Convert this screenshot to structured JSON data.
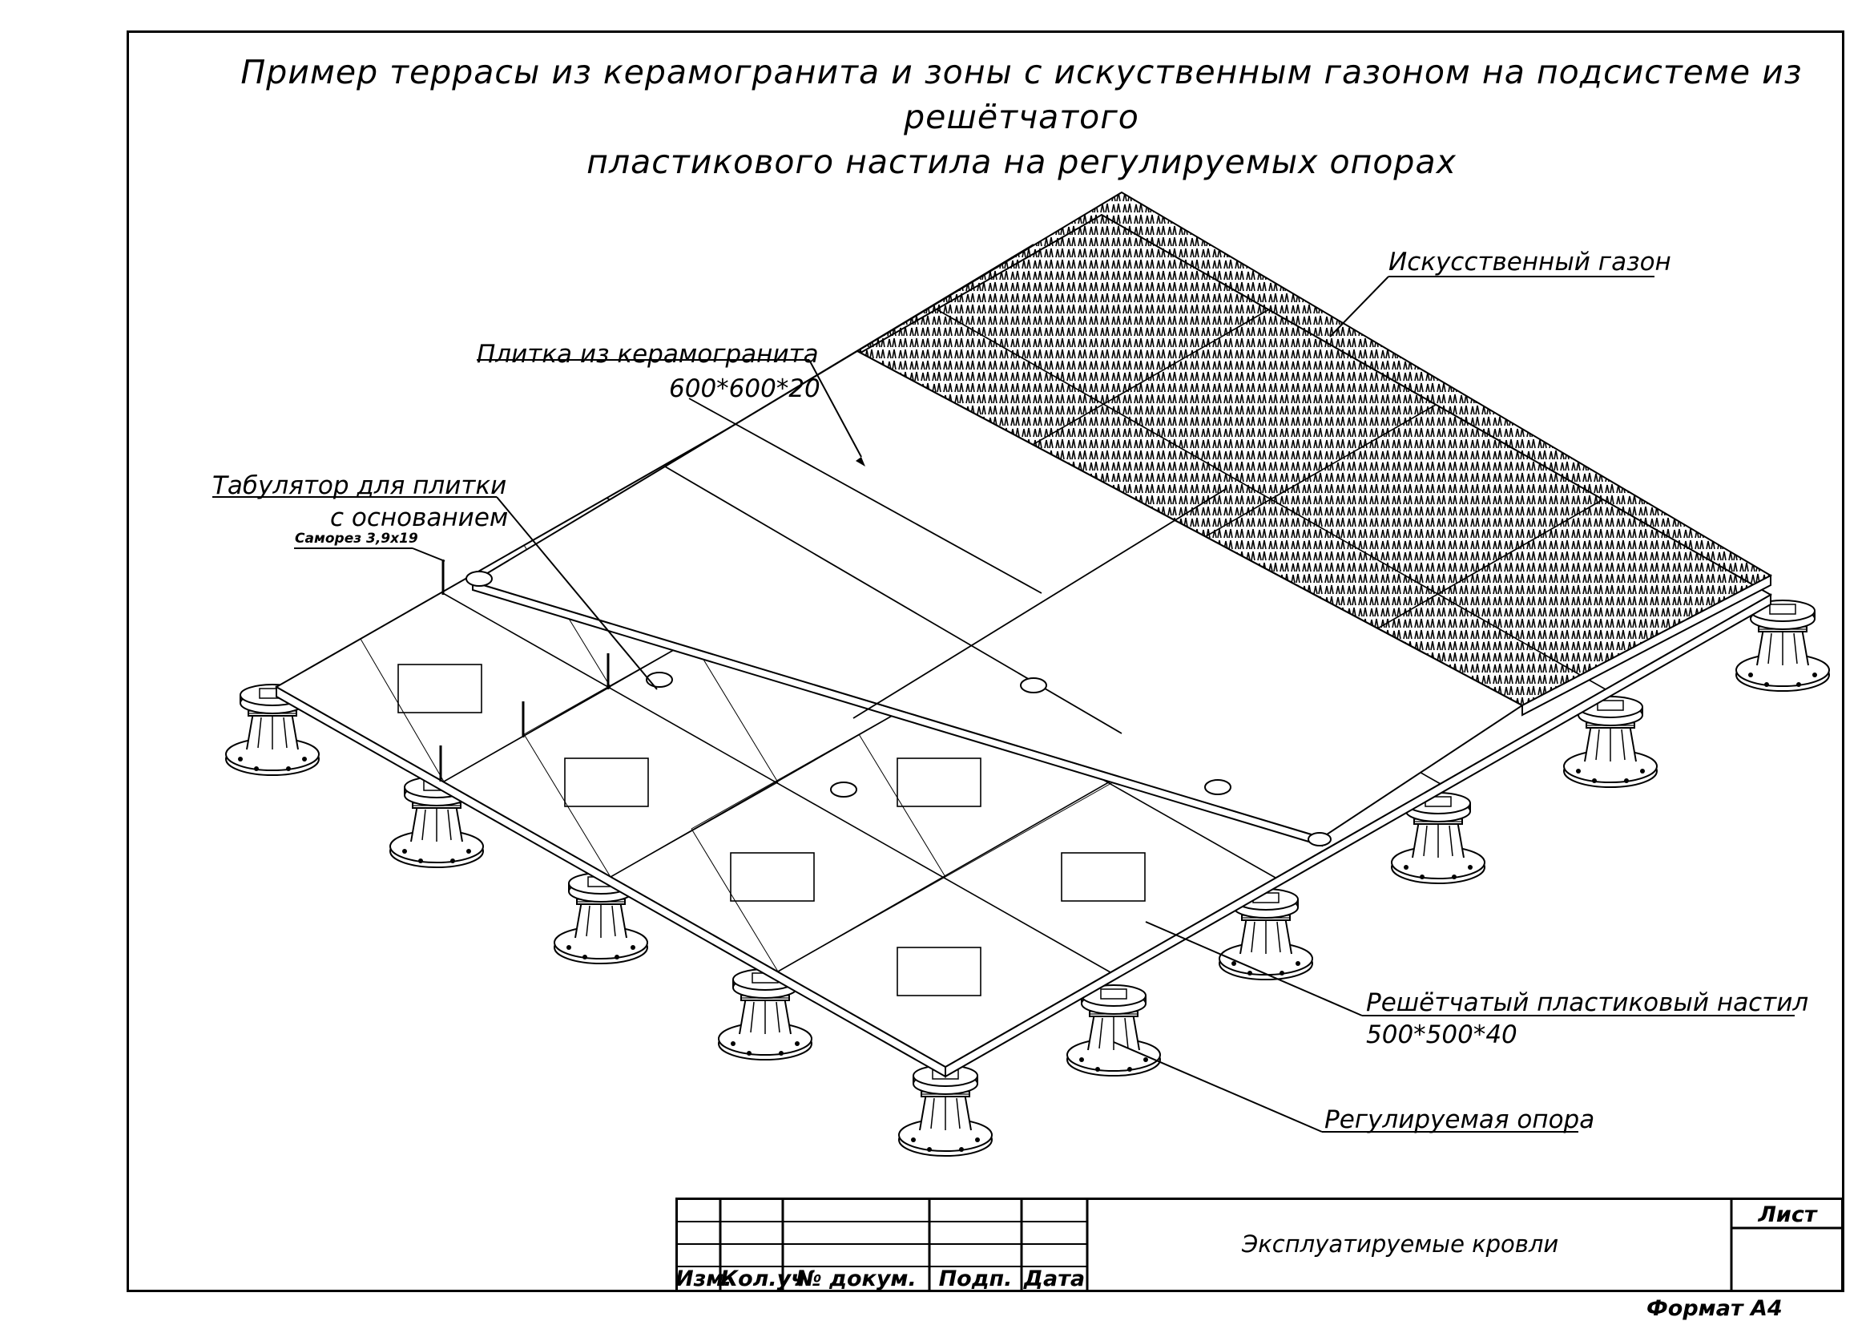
{
  "title": {
    "line1": "Пример террасы из керамогранита и зоны с искуственным газоном на подсистеме из решётчатого",
    "line2": "пластикового настила на регулируемых опорах"
  },
  "labels": {
    "grass": "Искусственный газон",
    "tile": "Плитка из керамогранита",
    "tile_size": "600*600*20",
    "tabulator_1": "Табулятор для плитки",
    "tabulator_2": "с основанием",
    "screw": "Саморез 3,9х19",
    "grid": "Решётчатый пластиковый настил",
    "grid_size": "500*500*40",
    "pedestal": "Регулируемая опора"
  },
  "stamp": {
    "col_izm": "Изм.",
    "col_kol": "Кол.уч",
    "col_doc": "№ докум.",
    "col_sign": "Подп.",
    "col_date": "Дата",
    "document_title": "Эксплуатируемые кровли",
    "sheet": "Лист"
  },
  "format": "Формат А4"
}
